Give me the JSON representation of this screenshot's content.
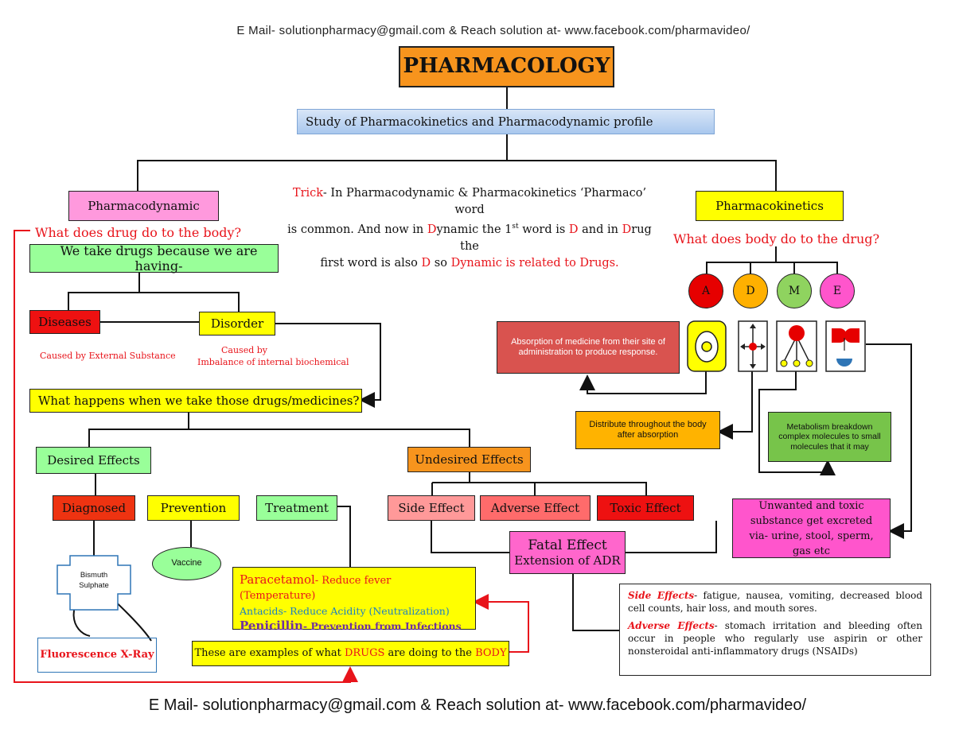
{
  "header": {
    "email_line": "E Mail- solutionpharmacy@gmail.com & Reach solution at- www.facebook.com/pharmavideo/"
  },
  "footer": {
    "email_line": "E Mail- solutionpharmacy@gmail.com & Reach solution at- www.facebook.com/pharmavideo/"
  },
  "title": "PHARMACOLOGY",
  "study": "Study of Pharmacokinetics and Pharmacodynamic profile",
  "trick": {
    "label": "Trick",
    "t1": "- In Pharmacodynamic & Pharmacokinetics ‘Pharmaco’ word",
    "t2": "is common. And now in ",
    "d1": "D",
    "t3": "ynamic the 1",
    "sup": "st",
    "t4": " word is ",
    "d2": "D",
    "t5": " and in ",
    "d3": "D",
    "t6": "rug the",
    "t7": "first word is also ",
    "d4": "D",
    "t8": " so ",
    "d5": "Dynamic is related to Drugs."
  },
  "pd": {
    "title": "Pharmacodynamic",
    "question": "What does drug do to the body?",
    "take": "We take drugs because we are having-",
    "diseases": "Diseases",
    "disorder": "Disorder",
    "caused_external": "Caused by External Substance",
    "caused_by": "Caused by",
    "imbalance": "Imbalance of internal biochemical",
    "what_happens": "What happens when we take those drugs/medicines?",
    "desired": "Desired Effects",
    "undesired": "Undesired Effects",
    "diagnosed": "Diagnosed",
    "prevention": "Prevention",
    "treatment": "Treatment",
    "vaccine": "Vaccine",
    "bismuth1": "Bismuth",
    "bismuth2": "Sulphate",
    "fluorescence": "Fluorescence X-Ray",
    "side_effect": "Side Effect",
    "adverse_effect": "Adverse Effect",
    "toxic_effect": "Toxic Effect",
    "fatal1": "Fatal Effect",
    "fatal2": "Extension of ADR",
    "para_name": "Paracetamol",
    "para_desc": "- Reduce fever (Temperature)",
    "antacids": "Antacids- Reduce Acidity (Neutralization)",
    "pen_name": "Penicillin",
    "pen_desc": "- Prevention from Infections",
    "examples_a": "These are examples of what ",
    "examples_drugs": "DRUGS",
    "examples_b": " are doing to the ",
    "examples_body": "BODY"
  },
  "pk": {
    "title": "Pharmacokinetics",
    "question": "What does body do to the drug?",
    "a": "A",
    "d": "D",
    "m": "M",
    "e": "E",
    "absorption": "Absorption of medicine from their site of administration to produce response.",
    "distribute": "Distribute throughout the body after absorption",
    "metabolism": "Metabolism breakdown complex molecules to small molecules that it may",
    "excretion": "Unwanted and toxic substance get excreted via- urine, stool, sperm, gas etc"
  },
  "effects_note": {
    "side_label": "Side Effects",
    "side_text": "- fatigue, nausea, vomiting, decreased blood cell counts, hair loss, and mouth sores.",
    "adverse_label": "Adverse Effects",
    "adverse_text": "- stomach irritation and bleeding often occur in people who regularly use aspirin or other nonsteroidal anti-inflammatory drugs (NSAIDs)"
  },
  "colors": {
    "orange": "#f7941d",
    "pink": "#ff99dd",
    "yellow": "#ffff00",
    "green": "#99ff99",
    "red": "#ee1111",
    "salmon": "#ff9999",
    "magenta": "#ff66cc",
    "blue_grad": "#bcd6f2",
    "cell_red": "#e60000",
    "cell_orange": "#ffb000",
    "cell_green": "#8fd35f",
    "cell_pink": "#ff55cc",
    "brick": "#d9534f",
    "met_green": "#77c44a",
    "dist_orange": "#ffb300"
  }
}
